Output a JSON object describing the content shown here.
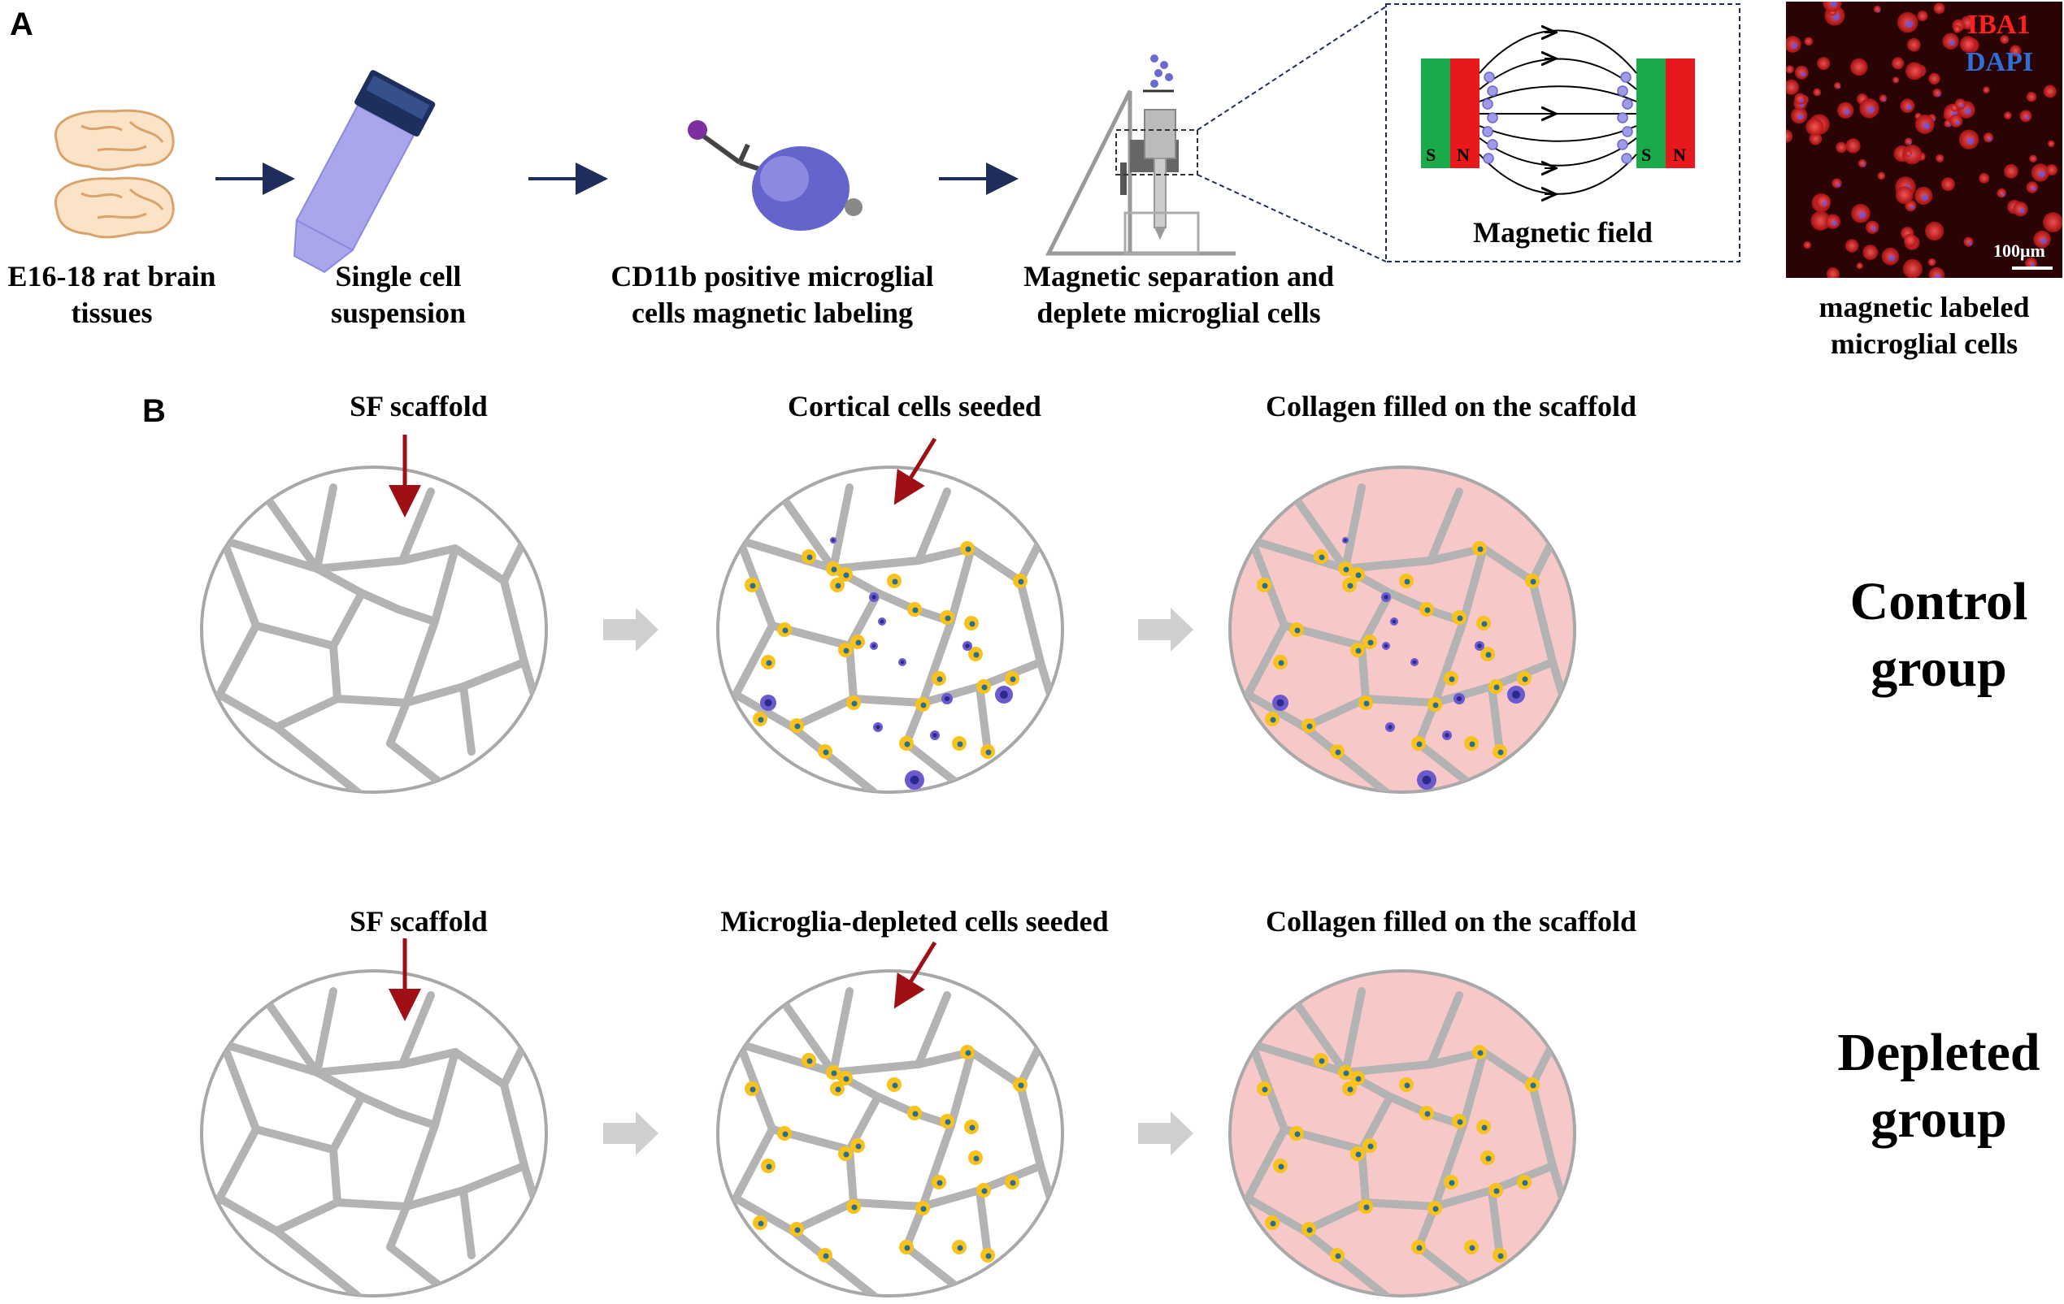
{
  "panels": {
    "a": "A",
    "b": "B"
  },
  "workflow": {
    "steps": [
      {
        "line1": "E16-18 rat brain",
        "line2": "tissues"
      },
      {
        "line1": "Single cell",
        "line2": "suspension"
      },
      {
        "line1": "CD11b positive microglial",
        "line2": "cells magnetic labeling"
      },
      {
        "line1": "Magnetic separation and",
        "line2": "deplete microglial cells"
      }
    ],
    "magnet": {
      "caption": "Magnetic field",
      "pole_s": "S",
      "pole_n": "N"
    },
    "micrograph": {
      "stain1": "IBA1",
      "stain2": "DAPI",
      "scale_bar": "100μm",
      "caption_line1": "magnetic labeled",
      "caption_line2": "microglial cells",
      "stain1_color": "#ff2020",
      "stain2_color": "#2f6fd6"
    }
  },
  "rows": [
    {
      "group_line1": "Control",
      "group_line2": "group",
      "stage1": "SF scaffold",
      "stage2": "Cortical cells seeded",
      "stage3": "Collagen filled on the scaffold",
      "has_microglia": true
    },
    {
      "group_line1": "Depleted",
      "group_line2": "group",
      "stage1": "SF scaffold",
      "stage2": "Microglia-depleted cells seeded",
      "stage3": "Collagen filled on the scaffold",
      "has_microglia": false
    }
  ],
  "colors": {
    "scaffold": "#b3b3b3",
    "collagen": "#f7c8c8",
    "cell": "#f7c21d",
    "nucleus": "#2a6f8f",
    "microglia": "#6a5acd",
    "arrow": "#a00f14",
    "flow_arrow": "#1f2d5a"
  }
}
